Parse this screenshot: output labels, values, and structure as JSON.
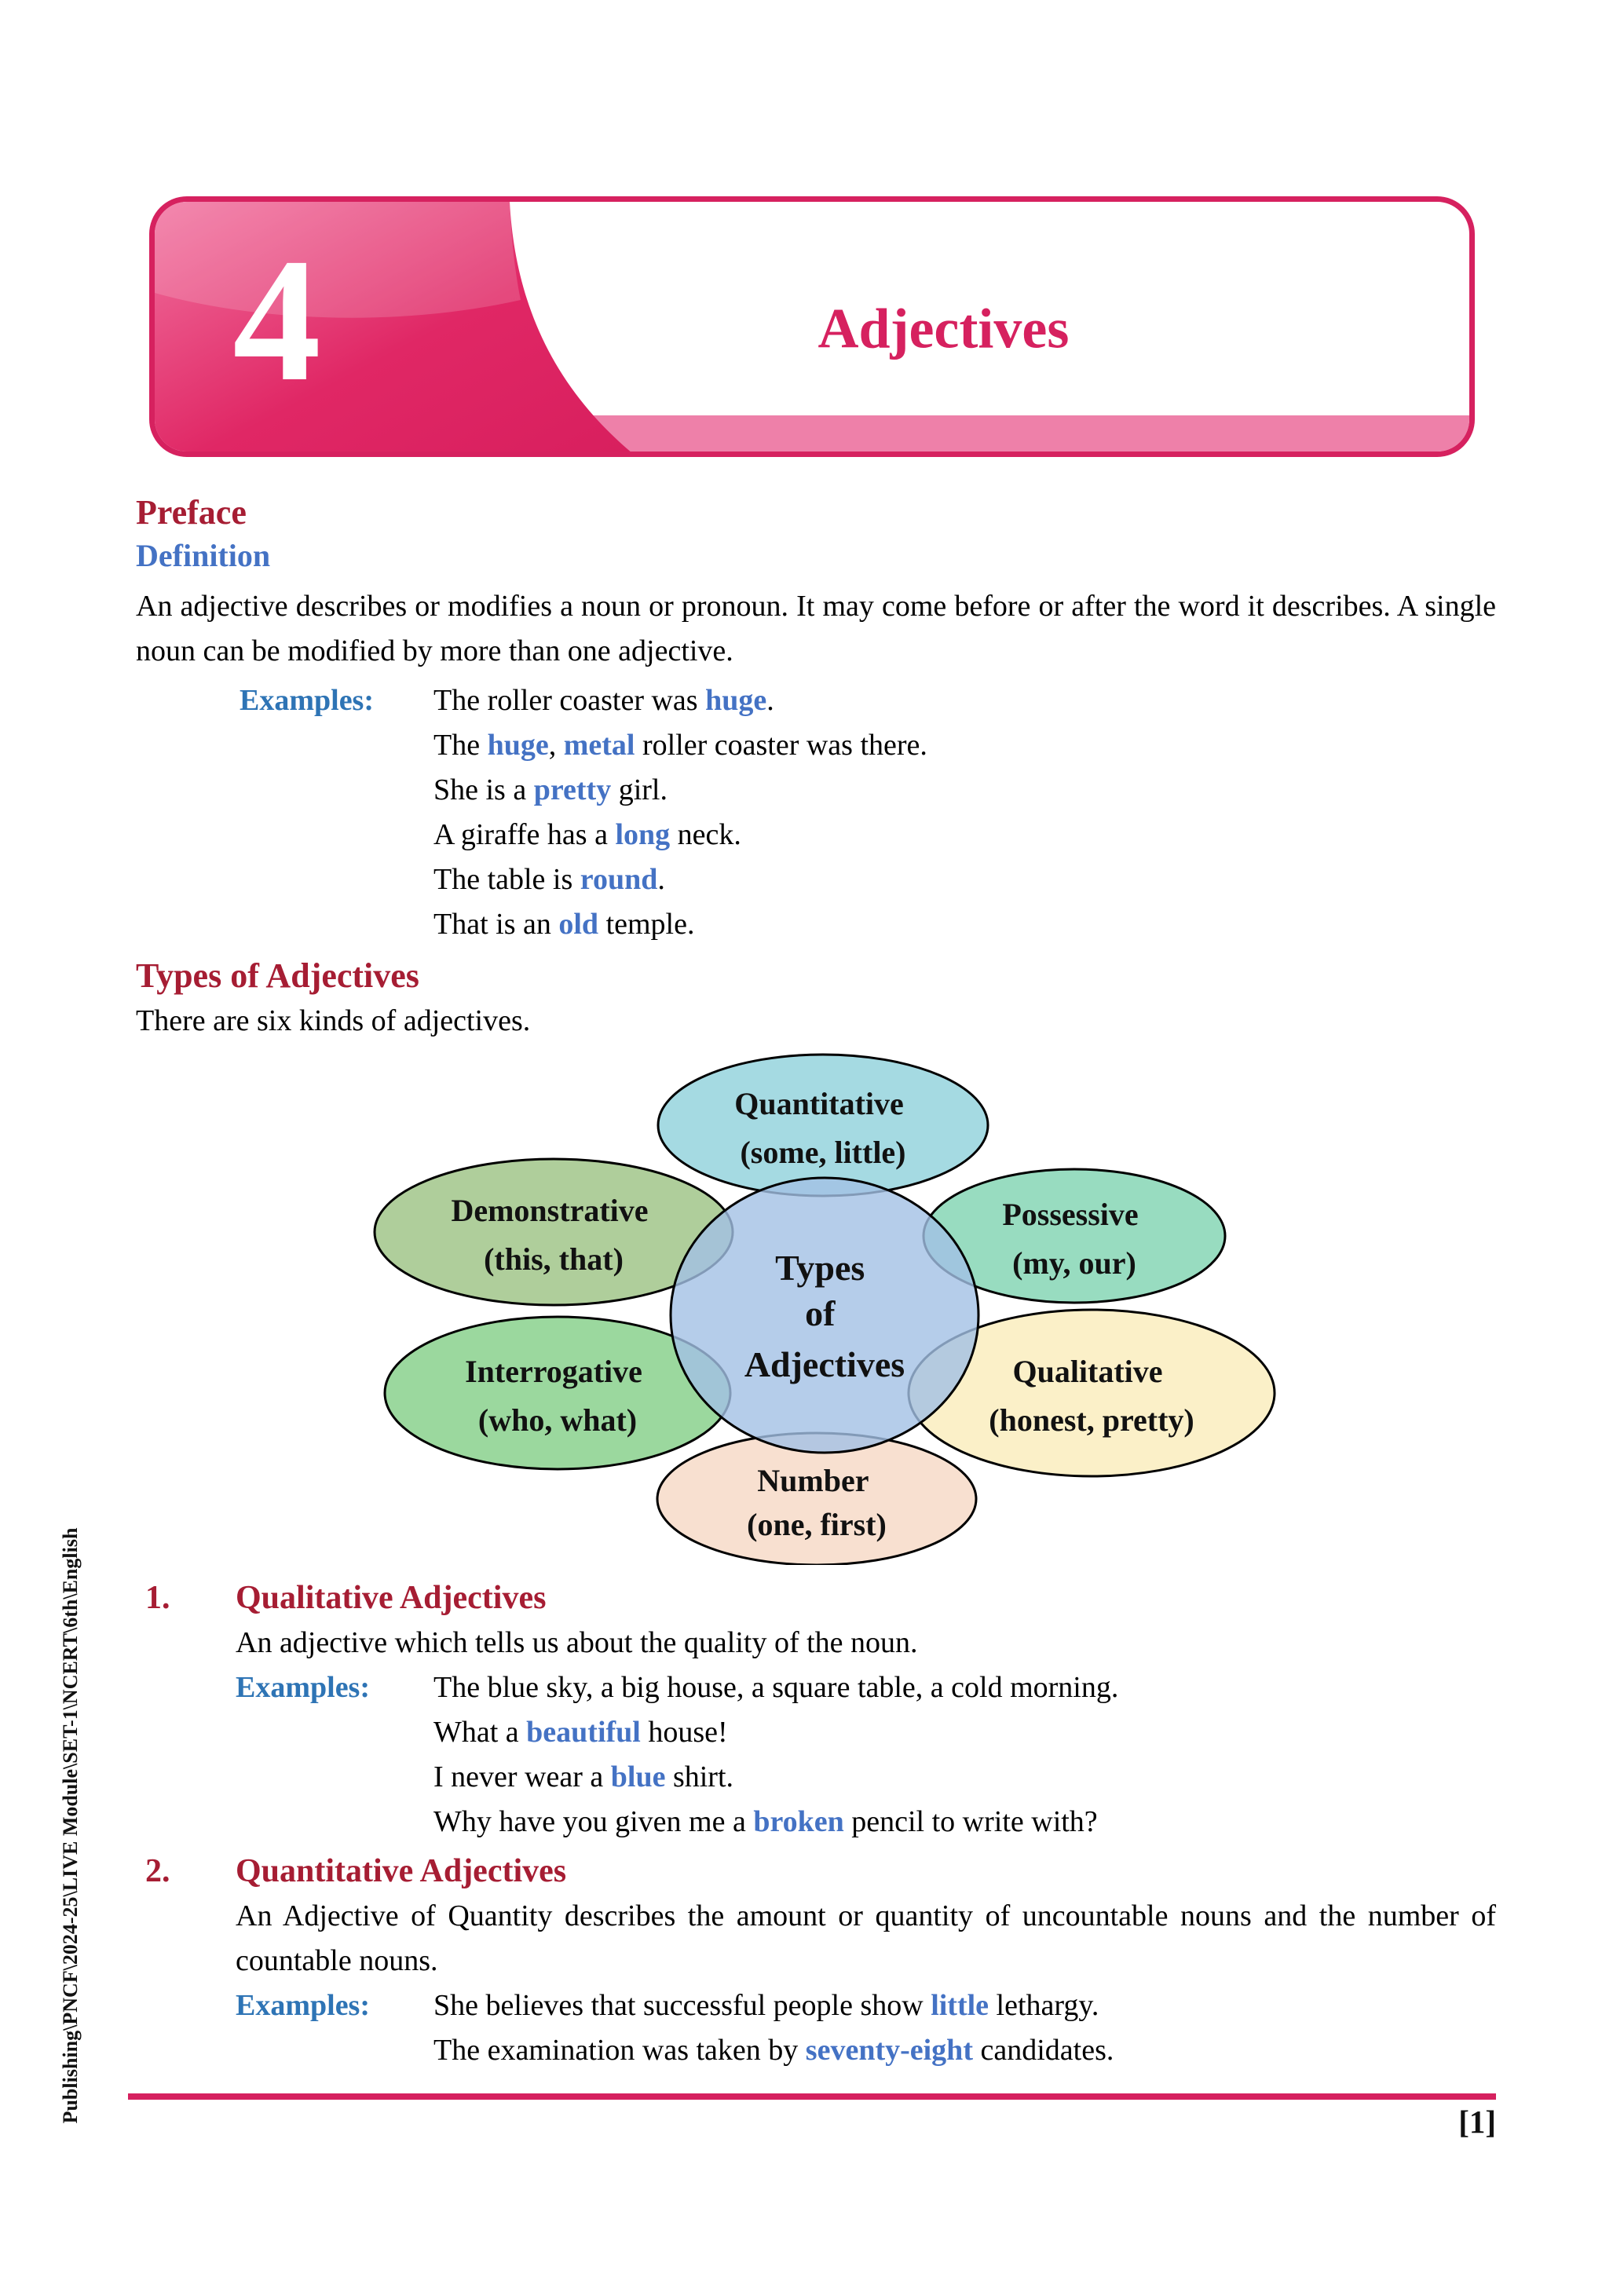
{
  "theme": {
    "accent_pink": "#D6215F",
    "heading_red": "#A61D33",
    "subheading_blue": "#4472C4",
    "examples_blue": "#2E74B5",
    "highlight_blue": "#4472C4"
  },
  "banner": {
    "chapter_number": "4",
    "title": "Adjectives"
  },
  "sidebar": {
    "text": "Publishing\\PNCF\\2024-25\\LIVE Module\\SET-1\\NCERT\\6th\\English"
  },
  "preface": {
    "heading": "Preface",
    "subheading": "Definition",
    "paragraph": "An adjective describes or modifies a noun or pronoun. It may come before or after the word it describes. A single noun can be modified by more than one adjective.",
    "examples_label": "Examples:",
    "examples": [
      [
        {
          "t": "The roller coaster was "
        },
        {
          "t": "huge",
          "hl": true
        },
        {
          "t": "."
        }
      ],
      [
        {
          "t": "The "
        },
        {
          "t": "huge",
          "hl": true
        },
        {
          "t": ", "
        },
        {
          "t": "metal",
          "hl": true
        },
        {
          "t": " roller coaster was there."
        }
      ],
      [
        {
          "t": "She is a "
        },
        {
          "t": "pretty",
          "hl": true
        },
        {
          "t": " girl."
        }
      ],
      [
        {
          "t": "A giraffe has a "
        },
        {
          "t": "long",
          "hl": true
        },
        {
          "t": " neck."
        }
      ],
      [
        {
          "t": "The table is "
        },
        {
          "t": "round",
          "hl": true
        },
        {
          "t": "."
        }
      ],
      [
        {
          "t": "That is an "
        },
        {
          "t": "old",
          "hl": true
        },
        {
          "t": " temple."
        }
      ]
    ]
  },
  "types": {
    "heading": "Types of Adjectives",
    "intro": "There are six kinds of adjectives."
  },
  "diagram": {
    "center": {
      "line1": "Types",
      "line2": "of",
      "line3": "Adjectives",
      "fill": "#A3C1E5"
    },
    "nodes": [
      {
        "id": "quantitative",
        "line1": "Quantitative",
        "line2": "(some, little)",
        "fill": "#A5DAE2"
      },
      {
        "id": "demonstrative",
        "line1": "Demonstrative",
        "line2": "(this, that)",
        "fill": "#AFCE9B"
      },
      {
        "id": "possessive",
        "line1": "Possessive",
        "line2": "(my, our)",
        "fill": "#98DCC0"
      },
      {
        "id": "interrogative",
        "line1": "Interrogative",
        "line2": "(who, what)",
        "fill": "#9BD89E"
      },
      {
        "id": "qualitative",
        "line1": "Qualitative",
        "line2": "(honest, pretty)",
        "fill": "#FBF0C8"
      },
      {
        "id": "number",
        "line1": "Number",
        "line2": "(one, first)",
        "fill": "#F8E0D0"
      }
    ]
  },
  "sections": [
    {
      "number": "1.",
      "heading": "Qualitative Adjectives",
      "body": "An adjective which tells us about the quality of the noun.",
      "examples_label": "Examples:",
      "examples": [
        [
          {
            "t": "The blue sky, a big house, a square table, a cold morning."
          }
        ],
        [
          {
            "t": "What a "
          },
          {
            "t": "beautiful",
            "hl": true
          },
          {
            "t": " house!"
          }
        ],
        [
          {
            "t": "I never wear a "
          },
          {
            "t": "blue",
            "hl": true
          },
          {
            "t": " shirt."
          }
        ],
        [
          {
            "t": "Why have you given me a "
          },
          {
            "t": "broken",
            "hl": true
          },
          {
            "t": " pencil to write with?"
          }
        ]
      ]
    },
    {
      "number": "2.",
      "heading": "Quantitative Adjectives",
      "body": "An Adjective of Quantity describes the amount or quantity of uncountable nouns and the number of countable nouns.",
      "examples_label": "Examples:",
      "examples": [
        [
          {
            "t": "She believes that successful people show "
          },
          {
            "t": "little",
            "hl": true
          },
          {
            "t": " lethargy."
          }
        ],
        [
          {
            "t": "The examination was taken by "
          },
          {
            "t": "seventy-eight",
            "hl": true
          },
          {
            "t": " candidates."
          }
        ]
      ]
    }
  ],
  "footer": {
    "page_number": "[1]"
  }
}
